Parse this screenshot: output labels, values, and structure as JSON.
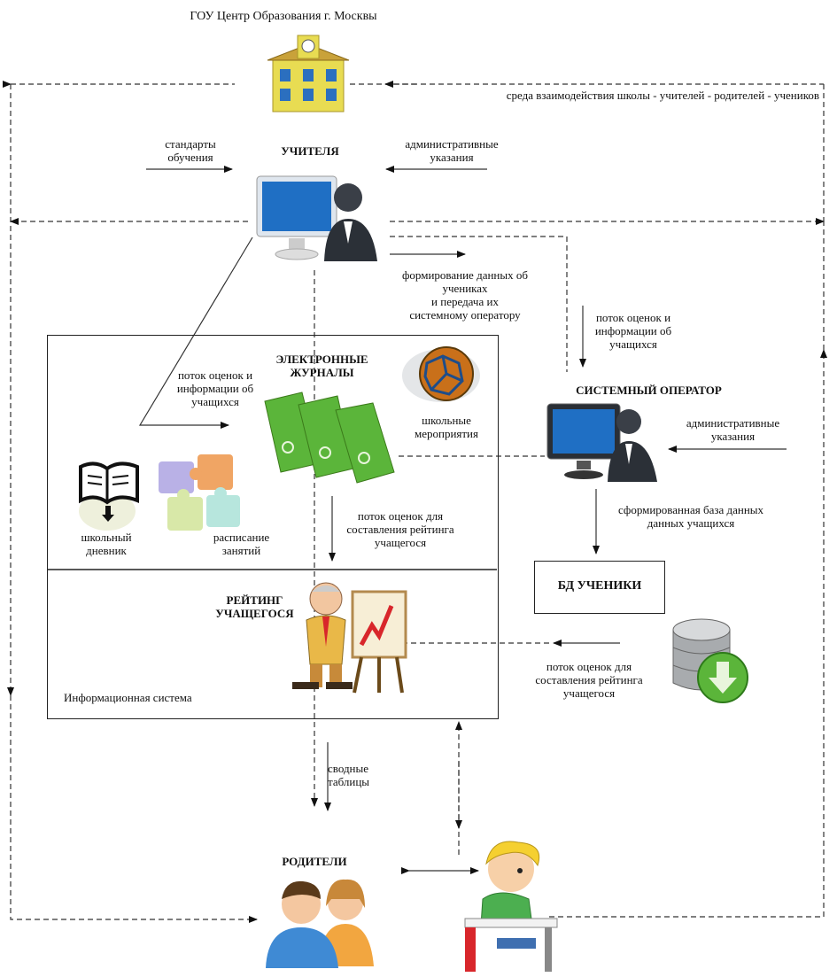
{
  "header": {
    "org_title": "ГОУ Центр Образования  г. Москвы",
    "environment": "среда взаимодействия школы - учителей - родителей - учеников"
  },
  "teachers": {
    "title": "УЧИТЕЛЯ",
    "standards": [
      "стандарты",
      "обучения"
    ],
    "admin": [
      "административные",
      "указания"
    ],
    "data_forming": [
      "формирование данных об",
      "учениках",
      "и передача их",
      "системному оператору"
    ]
  },
  "info_system": {
    "label": "Информационная система",
    "journals_title": [
      "ЭЛЕКТРОННЫЕ",
      "ЖУРНАЛЫ"
    ],
    "flow_in": [
      "поток оценок и",
      "информации об",
      "учащихся"
    ],
    "events": [
      "школьные",
      "мероприятия"
    ],
    "diary": [
      "школьный",
      "дневник"
    ],
    "schedule": [
      "расписание",
      "занятий"
    ],
    "flow_rating": [
      "поток оценок для",
      "составления рейтинга",
      "учащегося"
    ],
    "rating_title": [
      "РЕЙТИНГ",
      "УЧАЩЕГОСЯ"
    ]
  },
  "operator": {
    "flow_in": [
      "поток оценок и",
      "информации об",
      "учащихся"
    ],
    "title": "СИСТЕМНЫЙ ОПЕРАТОР",
    "admin": [
      "административные",
      "указания"
    ],
    "db_formed": [
      "сформированная база данных",
      "данных учащихся"
    ],
    "db_label": "БД УЧЕНИКИ",
    "flow_rating": [
      "поток оценок для",
      "составления рейтинга",
      "учащегося"
    ]
  },
  "parents": {
    "summary": [
      "сводные",
      "таблицы"
    ],
    "title": "РОДИТЕЛИ"
  },
  "colors": {
    "green": "#5bb53a",
    "monitor": "#1f6fc4",
    "building": "#e6d84a"
  }
}
